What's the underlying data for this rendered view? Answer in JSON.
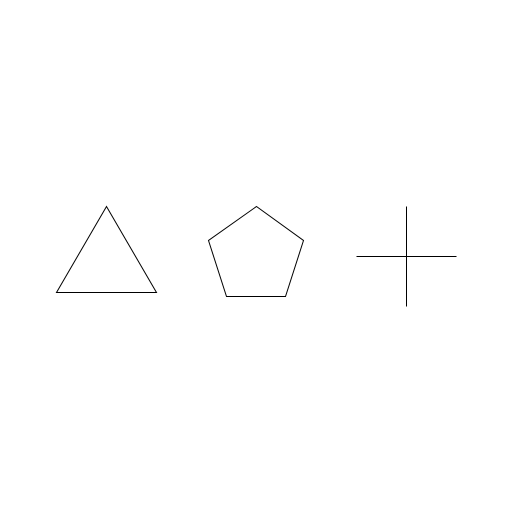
{
  "background_color": "#ffffff",
  "stroke_color": "#000000",
  "shapes": [
    {
      "kind": "triangle",
      "icon": "triangle-outline-icon"
    },
    {
      "kind": "pentagon",
      "icon": "pentagon-outline-icon"
    },
    {
      "kind": "cross",
      "icon": "plus-cross-icon"
    }
  ]
}
